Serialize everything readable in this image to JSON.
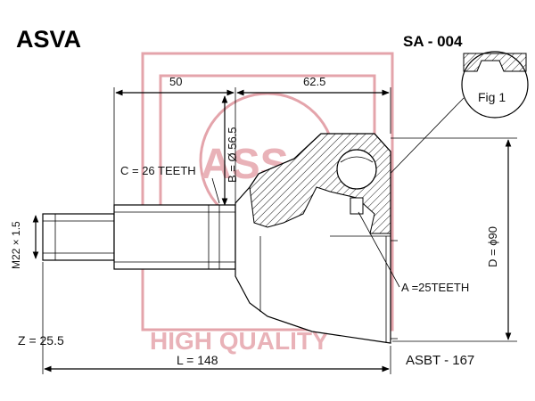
{
  "header": {
    "brand": "ASVA",
    "part_number": "SA - 004"
  },
  "figure": {
    "label": "Fig 1"
  },
  "watermark": {
    "text": "HIGH QUALITY"
  },
  "dimensions": {
    "width_50": "50",
    "width_62_5": "62.5",
    "diameter_b": "B = Ø 56.5",
    "diameter_d": "D = ϕ90",
    "thread": "M22 × 1.5",
    "spline_c": "C = 26 TEETH",
    "spline_a": "A =25TEETH",
    "spline_z": "Z = 25.5",
    "length": "L = 148"
  },
  "footer": {
    "reference": "ASBT - 167"
  },
  "colors": {
    "watermark": "#e4a4ab",
    "ink": "#000000"
  }
}
